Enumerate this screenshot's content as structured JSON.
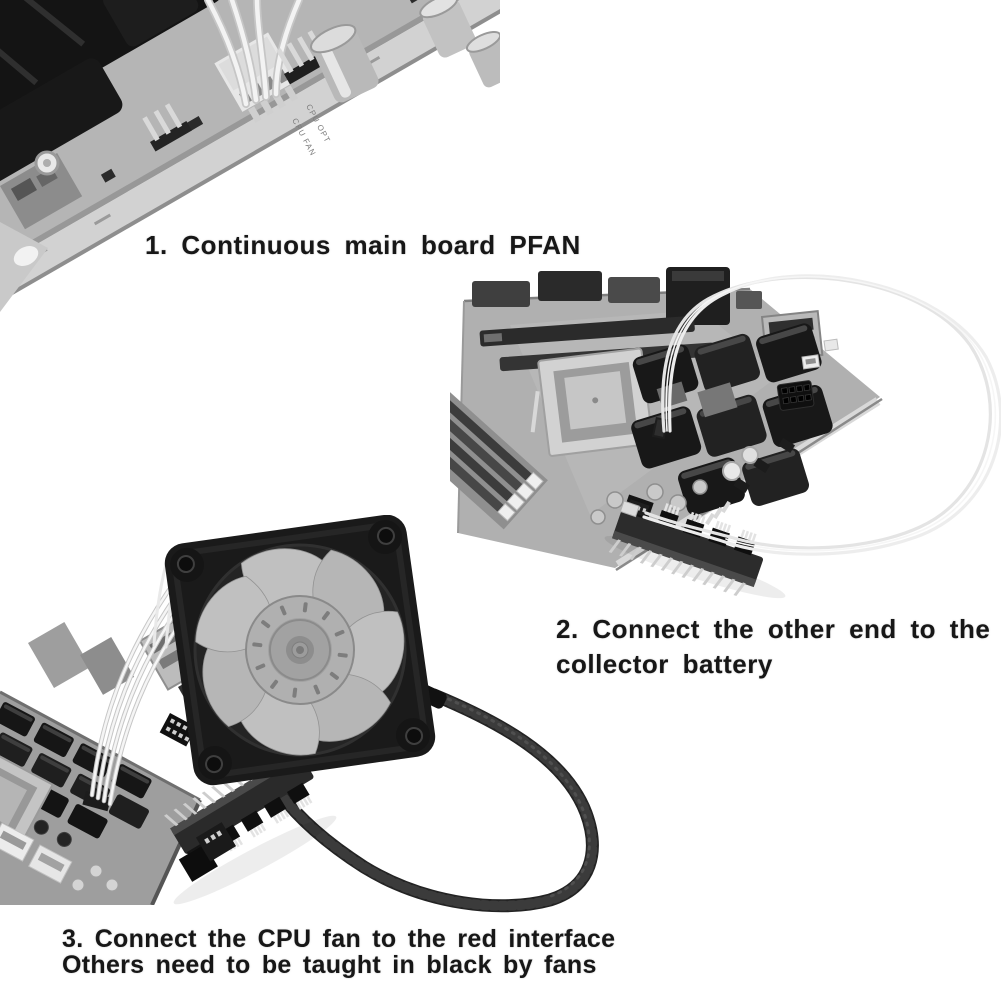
{
  "page": {
    "background_color": "#ffffff",
    "caption_text_color": "#171717",
    "kind": "product-instruction-photo-collage"
  },
  "captions": {
    "step1": "1. Continuous main board PFAN",
    "step2": [
      "2. Connect the other end to the",
      "collector battery"
    ],
    "step3": [
      "3. Connect the CPU fan to the red interface",
      "Others need to be taught in black by fans"
    ]
  },
  "figures": {
    "photo1": {
      "name": "motherboard-cpu-fan-header-closeup",
      "silkscreen_labels": [
        "CPU OPT",
        "CPU FAN"
      ]
    },
    "photo2": {
      "name": "motherboard-connected-to-fan-hub-by-white-cable"
    },
    "photo3": {
      "name": "motherboard-corner-with-white-fan-wires"
    },
    "photo4": {
      "name": "cpu-case-fan-with-braided-cable-to-fan-hub"
    }
  },
  "palette": {
    "pcb_gray": "#b5b5b5",
    "pcb_edge_gray": "#d2d2d2",
    "component_black": "#1a1a1a",
    "metal_silver": "#c9c9c9",
    "wire_white": "#f3f3f3",
    "braided_cable_black": "#232323",
    "fan_frame_black": "#1a1a1a",
    "fan_blade_gray": "#bcbcbc"
  }
}
